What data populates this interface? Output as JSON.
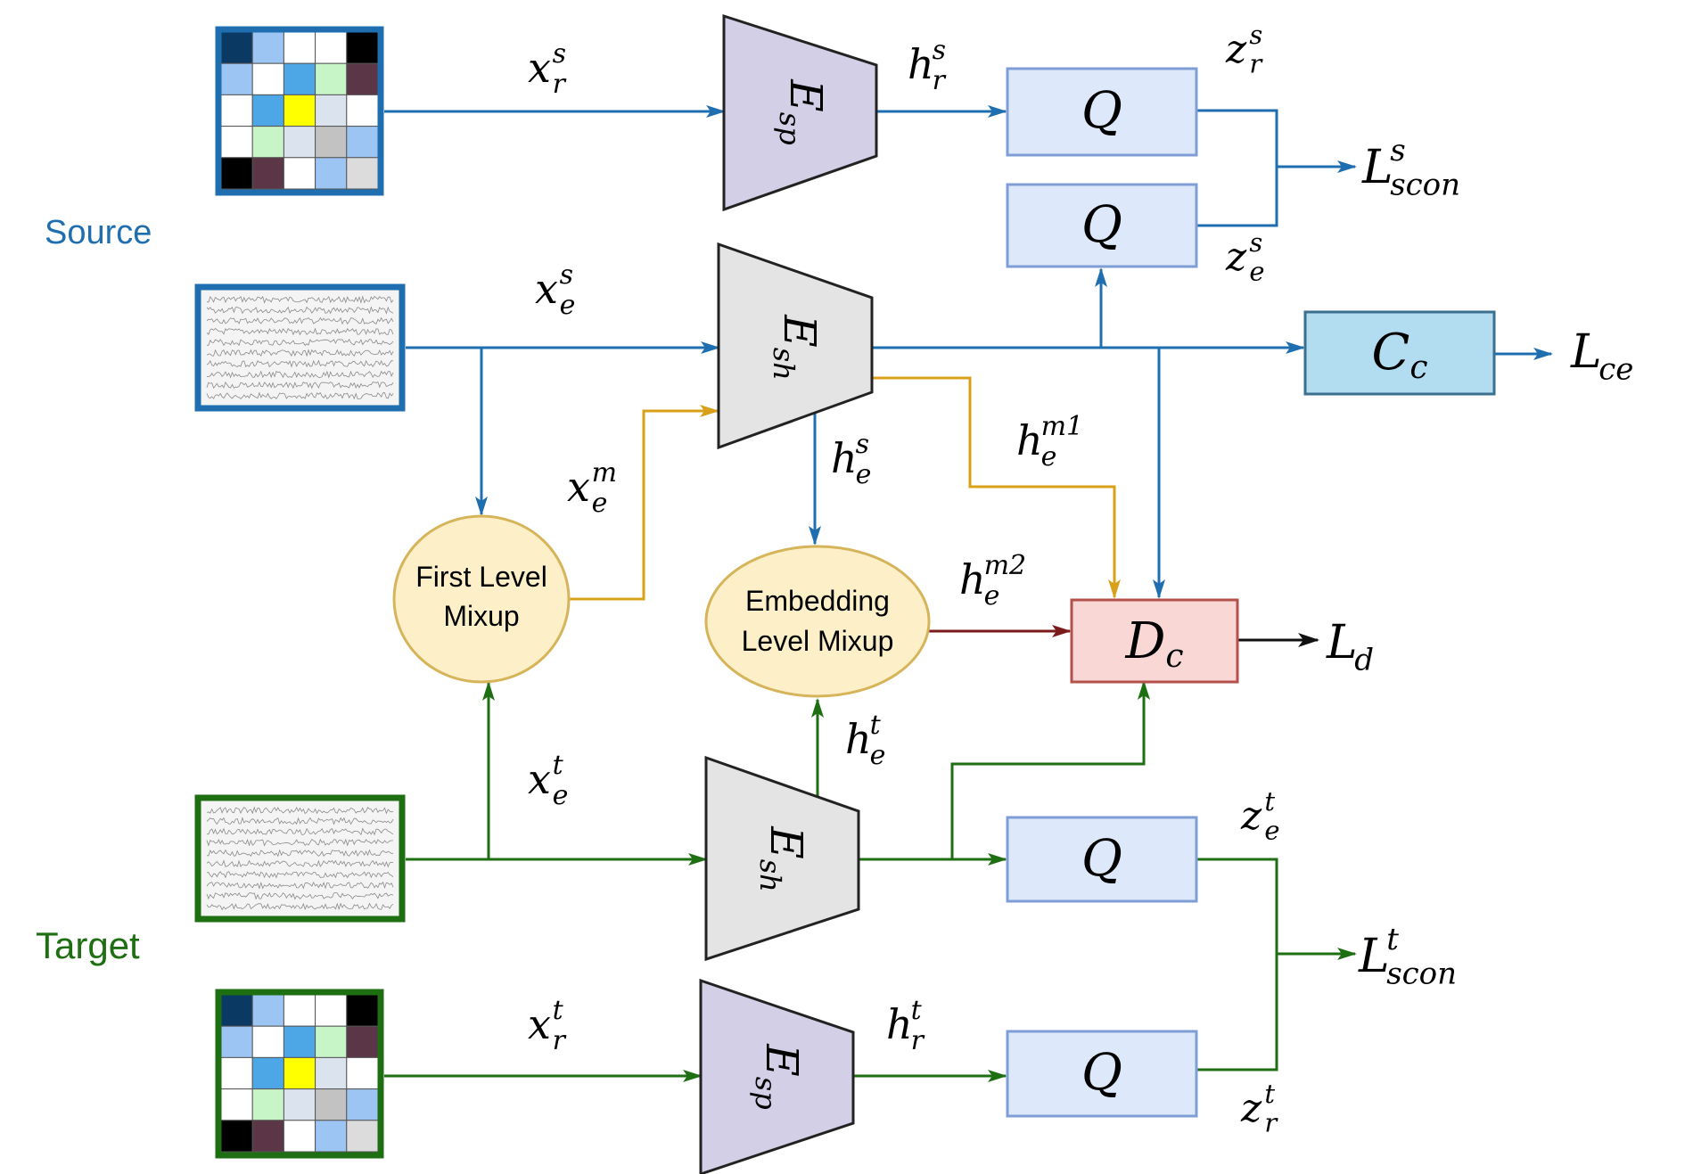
{
  "groups": {
    "source": "Source",
    "target": "Target"
  },
  "colors": {
    "source": "#1f6fb0",
    "target": "#1e6e12",
    "mixup": "#d9a019",
    "domain_arrow": "#7a1a1a",
    "black": "#111111",
    "encoder_sp_fill": "#d2cfe6",
    "encoder_sh_fill": "#e4e4e4",
    "projector_fill": "#dde8fb",
    "projector_stroke": "#7f9ed6",
    "classifier_fill": "#b2dcef",
    "discriminator_fill": "#f8d7d5",
    "discriminator_stroke": "#b5504a",
    "mixup_fill": "#fdf0c9",
    "mixup_stroke": "#d6b45a"
  },
  "grid_colors": [
    [
      "#0a3a63",
      "#9cc5f4",
      "#ffffff",
      "#ffffff",
      "#000000"
    ],
    [
      "#9cc5f4",
      "#ffffff",
      "#4da6e6",
      "#c8f5c8",
      "#5a3646"
    ],
    [
      "#ffffff",
      "#4da6e6",
      "#ffff00",
      "#dbe4ee",
      "#ffffff"
    ],
    [
      "#ffffff",
      "#c8f5c8",
      "#dbe4ee",
      "#c2c2c2",
      "#9cc5f4"
    ],
    [
      "#000000",
      "#5a3646",
      "#ffffff",
      "#9cc5f4",
      "#dcdcdc"
    ]
  ],
  "nodes": {
    "e_sp": {
      "base": "E",
      "sub": "sp"
    },
    "e_sh": {
      "base": "E",
      "sub": "sh"
    },
    "q": "Q",
    "c_c": {
      "base": "C",
      "sub": "c"
    },
    "d_c": {
      "base": "D",
      "sub": "c"
    },
    "first_mixup": [
      "First Level",
      "Mixup"
    ],
    "embed_mixup": [
      "Embedding",
      "Level Mixup"
    ]
  },
  "labels": {
    "x_r_s": {
      "base": "x",
      "sup": "s",
      "sub": "r"
    },
    "h_r_s": {
      "base": "h",
      "sup": "s",
      "sub": "r"
    },
    "z_r_s": {
      "base": "z",
      "sup": "s",
      "sub": "r"
    },
    "z_e_s": {
      "base": "z",
      "sup": "s",
      "sub": "e"
    },
    "L_scon_s": {
      "base": "L",
      "sup": "s",
      "sub": "scon"
    },
    "x_e_s": {
      "base": "x",
      "sup": "s",
      "sub": "e"
    },
    "L_ce": {
      "base": "L",
      "sub": "ce"
    },
    "h_e_m1": {
      "base": "h",
      "sup": "m1",
      "sub": "e"
    },
    "x_e_m": {
      "base": "x",
      "sup": "m",
      "sub": "e"
    },
    "h_e_s": {
      "base": "h",
      "sup": "s",
      "sub": "e"
    },
    "h_e_m2": {
      "base": "h",
      "sup": "m2",
      "sub": "e"
    },
    "L_d": {
      "base": "L",
      "sub": "d"
    },
    "h_e_t": {
      "base": "h",
      "sup": "t",
      "sub": "e"
    },
    "x_e_t": {
      "base": "x",
      "sup": "t",
      "sub": "e"
    },
    "z_e_t": {
      "base": "z",
      "sup": "t",
      "sub": "e"
    },
    "L_scon_t": {
      "base": "L",
      "sup": "t",
      "sub": "scon"
    },
    "x_r_t": {
      "base": "x",
      "sup": "t",
      "sub": "r"
    },
    "h_r_t": {
      "base": "h",
      "sup": "t",
      "sub": "r"
    },
    "z_r_t": {
      "base": "z",
      "sup": "t",
      "sub": "r"
    }
  }
}
